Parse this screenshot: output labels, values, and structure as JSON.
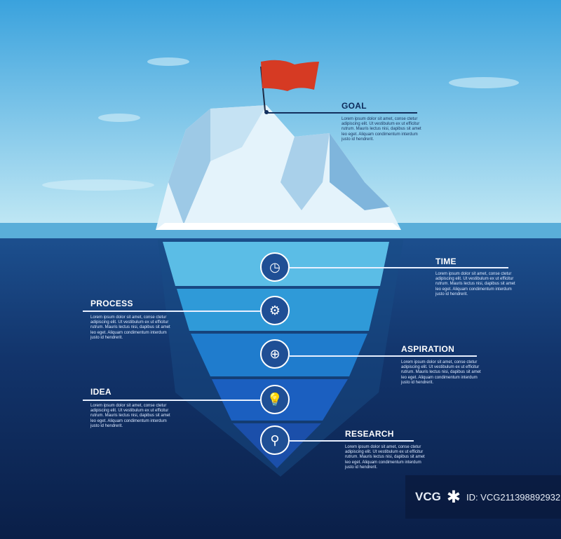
{
  "colors": {
    "flag": "#d63a23",
    "sky_top": "#3aa2dd",
    "sky_bottom": "#b7e4f3",
    "deep": "#0c2552"
  },
  "lorem": "Lorem ipsum dolor sit amet, conse ctetur adipiscing elit. Ut vestibulum ex ut efficitur rutrum. Mauris lectus nisi, dapibus sit amet leo eget. Aliquam condimentum interdum justo id hendrerit.",
  "sections": {
    "goal": {
      "title": "GOAL"
    },
    "time": {
      "title": "TIME",
      "icon": "clock-icon"
    },
    "process": {
      "title": "PROCESS",
      "icon": "gears-icon"
    },
    "aspiration": {
      "title": "ASPIRATION",
      "icon": "podium-icon"
    },
    "idea": {
      "title": "IDEA",
      "icon": "lightbulb-icon"
    },
    "research": {
      "title": "RESEARCH",
      "icon": "magnifier-gear-icon"
    }
  },
  "watermark": {
    "logo": "VCG",
    "id": "ID: VCG211398892932"
  }
}
